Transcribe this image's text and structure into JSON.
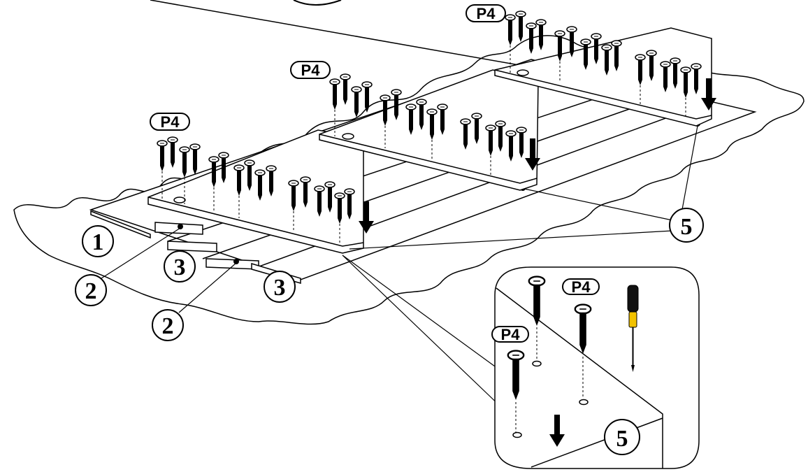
{
  "diagram": {
    "screw_tag": "P4",
    "part_numbers": {
      "part_1": "1",
      "part_2_a": "2",
      "part_2_b": "2",
      "part_3_a": "3",
      "part_3_b": "3",
      "part_5_main": "5",
      "part_5_detail": "5"
    },
    "tags": {
      "p4_left": "P4",
      "p4_middle": "P4",
      "p4_right": "P4",
      "p4_detail_a": "P4",
      "p4_detail_b": "P4"
    },
    "colors": {
      "line": "#000000",
      "background": "#ffffff",
      "screwdriver_handle": "#f2c200"
    },
    "icons": [
      "screw-icon",
      "screwdriver-icon",
      "arrow-down-icon",
      "callout-circle-icon"
    ]
  }
}
